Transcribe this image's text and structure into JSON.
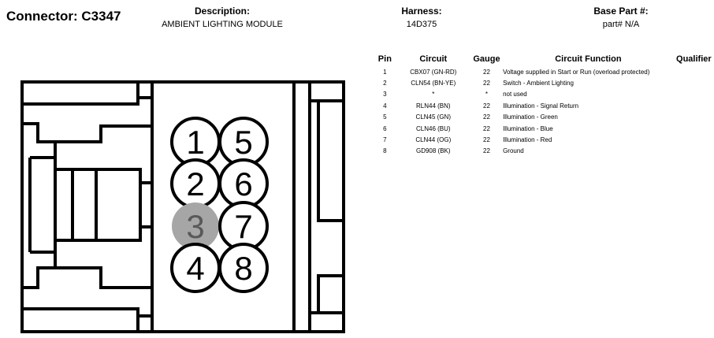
{
  "header": {
    "connector": "Connector: C3347",
    "description_label": "Description:",
    "description_value": "AMBIENT LIGHTING MODULE",
    "harness_label": "Harness:",
    "harness_value": "14D375",
    "base_part_label": "Base Part #:",
    "base_part_value": "part# N/A"
  },
  "table": {
    "columns": [
      "Pin",
      "Circuit",
      "Gauge",
      "Circuit Function",
      "Qualifier"
    ],
    "rows": [
      {
        "pin": "1",
        "circuit": "CBX07 (GN-RD)",
        "gauge": "22",
        "function": "Voltage supplied in Start or Run (overload protected)",
        "qualifier": ""
      },
      {
        "pin": "2",
        "circuit": "CLN54 (BN-YE)",
        "gauge": "22",
        "function": "Switch - Ambient Lighting",
        "qualifier": ""
      },
      {
        "pin": "3",
        "circuit": "*",
        "gauge": "*",
        "function": "not used",
        "qualifier": ""
      },
      {
        "pin": "4",
        "circuit": "RLN44 (BN)",
        "gauge": "22",
        "function": "Illumination - Signal Return",
        "qualifier": ""
      },
      {
        "pin": "5",
        "circuit": "CLN45 (GN)",
        "gauge": "22",
        "function": "Illumination - Green",
        "qualifier": ""
      },
      {
        "pin": "6",
        "circuit": "CLN46 (BU)",
        "gauge": "22",
        "function": "Illumination - Blue",
        "qualifier": ""
      },
      {
        "pin": "7",
        "circuit": "CLN44 (OG)",
        "gauge": "22",
        "function": "Illumination - Red",
        "qualifier": ""
      },
      {
        "pin": "8",
        "circuit": "GD908 (BK)",
        "gauge": "22",
        "function": "Ground",
        "qualifier": ""
      }
    ]
  },
  "connector_face": {
    "pins": [
      {
        "label": "1",
        "used": true
      },
      {
        "label": "5",
        "used": true
      },
      {
        "label": "2",
        "used": true
      },
      {
        "label": "6",
        "used": true
      },
      {
        "label": "3",
        "used": false
      },
      {
        "label": "7",
        "used": true
      },
      {
        "label": "4",
        "used": true
      },
      {
        "label": "8",
        "used": true
      }
    ],
    "colors": {
      "outline": "#000000",
      "unused_pin_fill": "#a6a6a6",
      "unused_pin_text": "#595959",
      "pin_fill": "#ffffff"
    }
  }
}
